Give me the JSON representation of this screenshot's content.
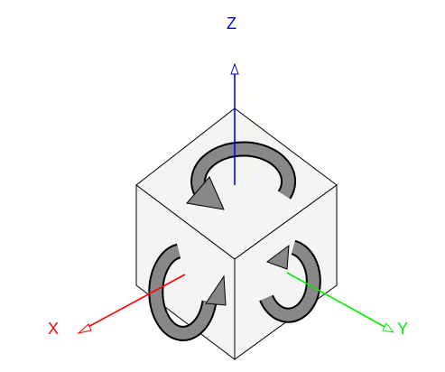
{
  "axes": {
    "x": {
      "label": "X",
      "color": "#ff0000"
    },
    "y": {
      "label": "Y",
      "color": "#00ee00"
    },
    "z": {
      "label": "Z",
      "color": "#0000ff"
    }
  },
  "cube": {
    "face_color": "#f4f4f4",
    "edge_color": "#000000"
  },
  "rotation_arrows": {
    "fill_color": "#888888",
    "outline_color": "#000000"
  }
}
